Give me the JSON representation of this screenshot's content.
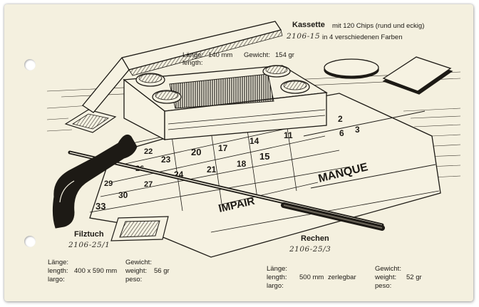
{
  "kassette": {
    "title": "Kassette",
    "desc_line1": "mit 120 Chips (rund und eckig)",
    "code": "2106-15",
    "desc_line2": "in 4 verschiedenen Farben",
    "laenge_label": "Länge:",
    "length_label": "length:",
    "length_value": "140 mm",
    "gewicht_label": "Gewicht:",
    "weight_value": "154 gr"
  },
  "board": {
    "numbers": [
      "2",
      "3",
      "6",
      "11",
      "14",
      "15",
      "17",
      "18",
      "20",
      "21",
      "22",
      "23",
      "24",
      "26",
      "27",
      "29",
      "30",
      "33"
    ],
    "manque": "MANQUE",
    "impair": "IMPAIR"
  },
  "filztuch": {
    "title": "Filztuch",
    "code": "2106-25/1",
    "laenge_label": "Länge:",
    "length_label": "length:",
    "largo_label": "largo:",
    "size_value": "400 x 590 mm",
    "gewicht_label": "Gewicht:",
    "weight_label": "weight:",
    "peso_label": "peso:",
    "weight_value": "56 gr"
  },
  "rechen": {
    "title": "Rechen",
    "code": "2106-25/3",
    "laenge_label": "Länge:",
    "length_label": "length:",
    "largo_label": "largo:",
    "length_value": "500 mm",
    "zerlegbar": "zerlegbar",
    "gewicht_label": "Gewicht:",
    "weight_label": "weight:",
    "peso_label": "peso:",
    "weight_value": "52 gr"
  },
  "colors": {
    "paper": "#f4f0df",
    "ink": "#1d1a15"
  },
  "icons": [
    "punch-hole-icon"
  ]
}
